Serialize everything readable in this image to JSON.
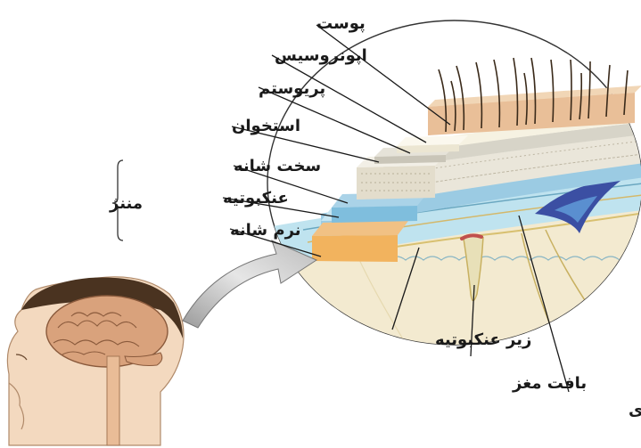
{
  "labels": {
    "skin": "پوست",
    "aponeurosis": "اپونروسیس",
    "periosteum": "پریوستم",
    "bone": "استخوان",
    "dura": "سخت شانه",
    "arachnoid": "عنکبوتیه",
    "pia": "نرم شانه",
    "meninges": "مننژ",
    "subarachnoid": "زیر عنکبوتیه",
    "brain_tissue": "بافت مغز",
    "csf": "مایع مغزی"
  }
}
